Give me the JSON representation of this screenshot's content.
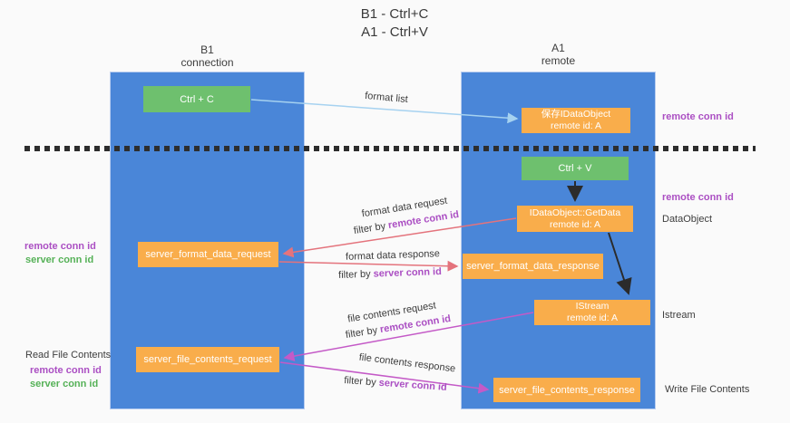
{
  "title": {
    "line1": "B1 - Ctrl+C",
    "line2": "A1 - Ctrl+V"
  },
  "columns": {
    "left": {
      "header_line1": "B1",
      "header_line2": "connection"
    },
    "right": {
      "header_line1": "A1",
      "header_line2": "remote"
    }
  },
  "boxes": {
    "ctrl_c": {
      "label": "Ctrl + C"
    },
    "save_idataobject": {
      "line1": "保存IDataObject",
      "line2": "remote id: A"
    },
    "ctrl_v": {
      "label": "Ctrl + V"
    },
    "getdata": {
      "line1": "IDataObject::GetData",
      "line2": "remote id: A"
    },
    "format_request": {
      "label": "server_format_data_request"
    },
    "format_response": {
      "label": "server_format_data_response"
    },
    "istream": {
      "line1": "IStream",
      "line2": "remote id: A"
    },
    "file_request": {
      "label": "server_file_contents_request"
    },
    "file_response": {
      "label": "server_file_contents_response"
    }
  },
  "arrow_labels": {
    "format_list": "format list",
    "format_data_request": "format data request",
    "format_data_response": "format data response",
    "file_contents_request": "file contents request",
    "file_contents_response": "file contents response",
    "filter_by": "filter by ",
    "remote_conn_id": "remote conn id",
    "server_conn_id": "server conn id"
  },
  "side_labels": {
    "left_remote_conn_id": "remote conn id",
    "left_server_conn_id": "server conn id",
    "read_file_contents": "Read File Contents",
    "left2_remote_conn_id": "remote conn id",
    "left2_server_conn_id": "server conn id",
    "right_remote_conn_id_top": "remote conn id",
    "right_remote_conn_id_mid": "remote conn id",
    "dataobject": "DataObject",
    "istream": "Istream",
    "write_file_contents": "Write File Contents"
  },
  "colors": {
    "column_blue": "#4a86d8",
    "box_orange": "#f9ad4b",
    "box_green": "#6ec06e",
    "arrow_light_blue": "#a6d2f0",
    "arrow_salmon": "#e4737c",
    "arrow_magenta": "#c45ac7",
    "arrow_black": "#2b2b2b",
    "text_purple": "#ab4fc3",
    "text_green": "#55b157",
    "text_dark": "#3d3d3d"
  }
}
